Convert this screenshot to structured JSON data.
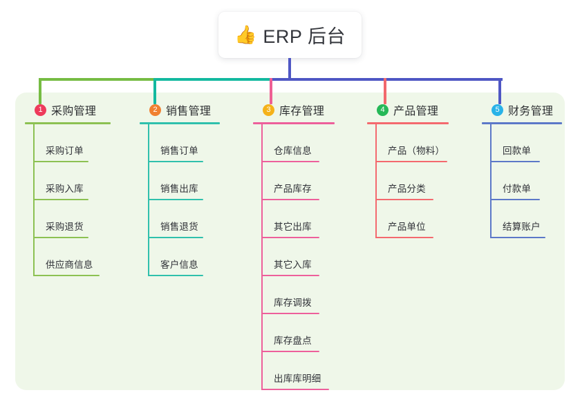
{
  "root": {
    "icon": "thumbs-up-icon",
    "emoji": "👍",
    "title": "ERP 后台"
  },
  "palette": {
    "panel_bg": "#eff7e9",
    "page_bg": "#ffffff",
    "stem": "#4f57c4",
    "bus_green": "#76bc43",
    "bus_teal": "#13b9a0",
    "bus_indigo": "#4f57c4",
    "leg_1": "#76bc43",
    "leg_2": "#13b9a0",
    "leg_3": "#ee5f94",
    "leg_4": "#f2686d",
    "leg_5": "#4f57c4"
  },
  "columns": [
    {
      "index": "1",
      "badge_color": "#ee3b5b",
      "line_color": "#8cc152",
      "title": "采购管理",
      "rule_width": 124,
      "items": [
        {
          "label": "采购订单",
          "rule_width": 80
        },
        {
          "label": "采购入库",
          "rule_width": 80
        },
        {
          "label": "采购退货",
          "rule_width": 80
        },
        {
          "label": "供应商信息",
          "rule_width": 96
        }
      ]
    },
    {
      "index": "2",
      "badge_color": "#f08030",
      "line_color": "#2fc0ac",
      "title": "销售管理",
      "rule_width": 116,
      "items": [
        {
          "label": "销售订单",
          "rule_width": 80
        },
        {
          "label": "销售出库",
          "rule_width": 80
        },
        {
          "label": "销售退货",
          "rule_width": 80
        },
        {
          "label": "客户信息",
          "rule_width": 80
        }
      ]
    },
    {
      "index": "3",
      "badge_color": "#f5b21a",
      "line_color": "#ed5f9b",
      "title": "库存管理",
      "rule_width": 118,
      "items": [
        {
          "label": "仓库信息",
          "rule_width": 84
        },
        {
          "label": "产品库存",
          "rule_width": 84
        },
        {
          "label": "其它出库",
          "rule_width": 84
        },
        {
          "label": "其它入库",
          "rule_width": 84
        },
        {
          "label": "库存调拨",
          "rule_width": 84
        },
        {
          "label": "库存盘点",
          "rule_width": 84
        },
        {
          "label": "出库库明细",
          "rule_width": 98
        }
      ]
    },
    {
      "index": "4",
      "badge_color": "#25b857",
      "line_color": "#f4696e",
      "title": "产品管理",
      "rule_width": 118,
      "items": [
        {
          "label": "产品（物料）",
          "rule_width": 104
        },
        {
          "label": "产品分类",
          "rule_width": 84
        },
        {
          "label": "产品单位",
          "rule_width": 84
        }
      ]
    },
    {
      "index": "5",
      "badge_color": "#29b3e8",
      "line_color": "#5c78c8",
      "title": "财务管理",
      "rule_width": 116,
      "items": [
        {
          "label": "回款单",
          "rule_width": 72
        },
        {
          "label": "付款单",
          "rule_width": 72
        },
        {
          "label": "结算账户",
          "rule_width": 80
        }
      ]
    }
  ]
}
